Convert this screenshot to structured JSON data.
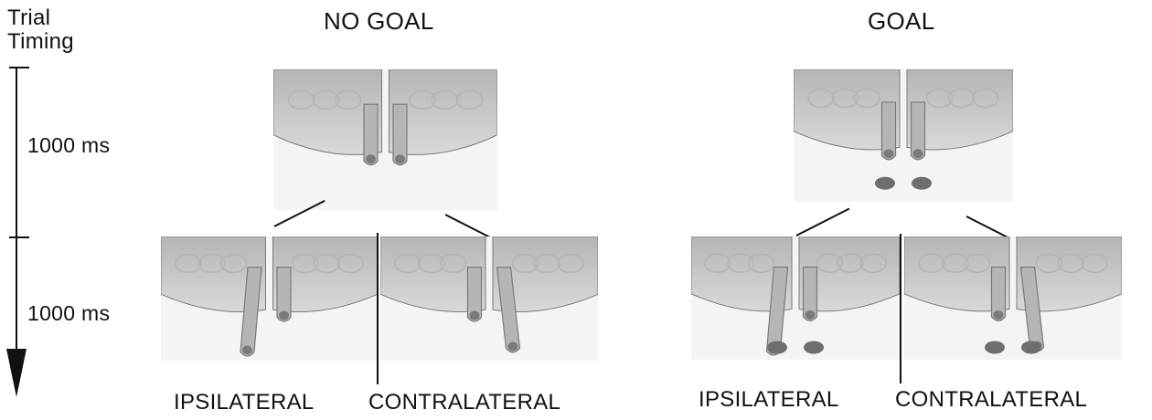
{
  "timeline": {
    "title_line1": "Trial",
    "title_line2": "Timing",
    "interval1": "1000 ms",
    "interval2": "1000 ms"
  },
  "conditions": [
    {
      "heading": "NO GOAL",
      "baseline_targets": false,
      "options": [
        {
          "label": "IPSILATERAL",
          "moving_finger": "left",
          "targets": false
        },
        {
          "label": "CONTRALATERAL",
          "moving_finger": "right",
          "targets": false
        }
      ]
    },
    {
      "heading": "GOAL",
      "baseline_targets": true,
      "options": [
        {
          "label": "IPSILATERAL",
          "moving_finger": "left",
          "targets": true
        },
        {
          "label": "CONTRALATERAL",
          "moving_finger": "right",
          "targets": true
        }
      ]
    }
  ],
  "colors": {
    "skin_light": "#d9d9d9",
    "skin_mid": "#b5b5b5",
    "skin_dark": "#7a7a7a",
    "target": "#6e6e6e",
    "line": "#111111"
  }
}
